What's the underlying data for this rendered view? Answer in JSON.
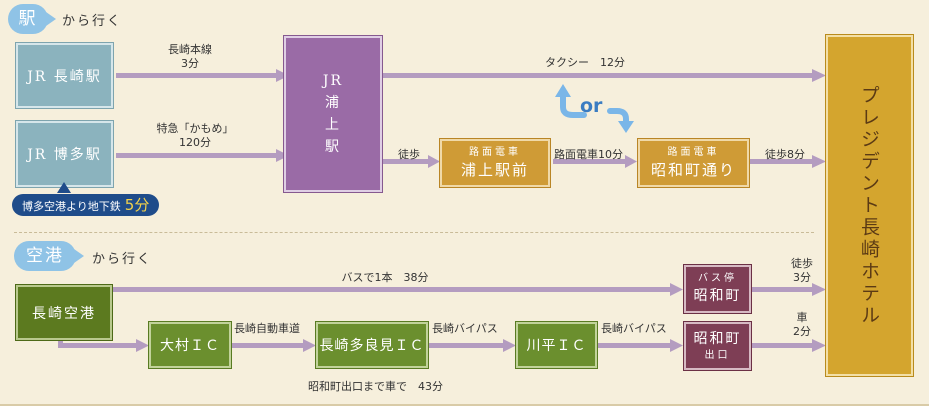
{
  "sections": {
    "station": {
      "badge": "駅",
      "rest": "から行く"
    },
    "airport": {
      "badge": "空港",
      "rest": "から行く"
    }
  },
  "nodes": {
    "jr_nagasaki": "JR 長崎駅",
    "jr_hakata": "JR 博多駅",
    "jr_urakami": "JR\n浦\n上\n駅",
    "tram_urakami_small": "路面電車",
    "tram_urakami_large": "浦上駅前",
    "tram_showa_small": "路面電車",
    "tram_showa_large": "昭和町通り",
    "hotel": "プレジデント長崎ホテル",
    "nagasaki_airport": "長崎空港",
    "omura_ic": "大村ＩＣ",
    "nagasaki_tarami_ic": "長崎多良見ＩＣ",
    "kawahira_ic": "川平ＩＣ",
    "bus_stop_small": "バス停",
    "bus_stop_large": "昭和町",
    "showamachi_exit_large": "昭和町",
    "showamachi_exit_small": "出口"
  },
  "labels": {
    "nagasaki_main_line": "長崎本線",
    "nagasaki_main_line_time": "3分",
    "kamome": "特急「かもめ」",
    "kamome_time": "120分",
    "taxi": "タクシー　12分",
    "or": "or",
    "walk1": "徒歩",
    "tram_ride": "路面電車10分",
    "walk_8": "徒歩8分",
    "bus": "バスで1本　38分",
    "walk_bus": "徒歩",
    "walk_bus_time": "3分",
    "car": "車",
    "car_time": "2分",
    "expressway": "長崎自動車道",
    "bypass1": "長崎バイパス",
    "bypass2": "長崎バイパス",
    "total_car": "昭和町出口まで車で　43分"
  },
  "tip": {
    "text": "博多空港より地下鉄",
    "time": "5分"
  },
  "colors": {
    "route_arrow": "#b49cc0",
    "station_box": "#8bb3be",
    "jr_box": "#9a6ba6",
    "tram_box": "#cf9b36",
    "airport_box": "#5c7a1f",
    "bus_box": "#7e3e55",
    "hotel_box": "#d4a52e",
    "badge": "#8fc3e6"
  }
}
